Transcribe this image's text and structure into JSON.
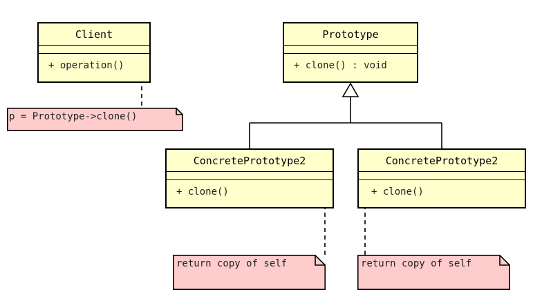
{
  "classes": {
    "client": {
      "name": "Client",
      "op": "+ operation()"
    },
    "prototype": {
      "name": "Prototype",
      "op": "+ clone() : void"
    },
    "concrete1": {
      "name": "ConcretePrototype2",
      "op": "+ clone()"
    },
    "concrete2": {
      "name": "ConcretePrototype2",
      "op": "+ clone()"
    }
  },
  "notes": {
    "client_note": "p = Prototype->clone()",
    "concrete1_note": "return copy of self",
    "concrete2_note": "return copy of self"
  },
  "colors": {
    "class_fill": "#ffffcc",
    "note_fill": "#ffcccc",
    "line": "#000000"
  }
}
